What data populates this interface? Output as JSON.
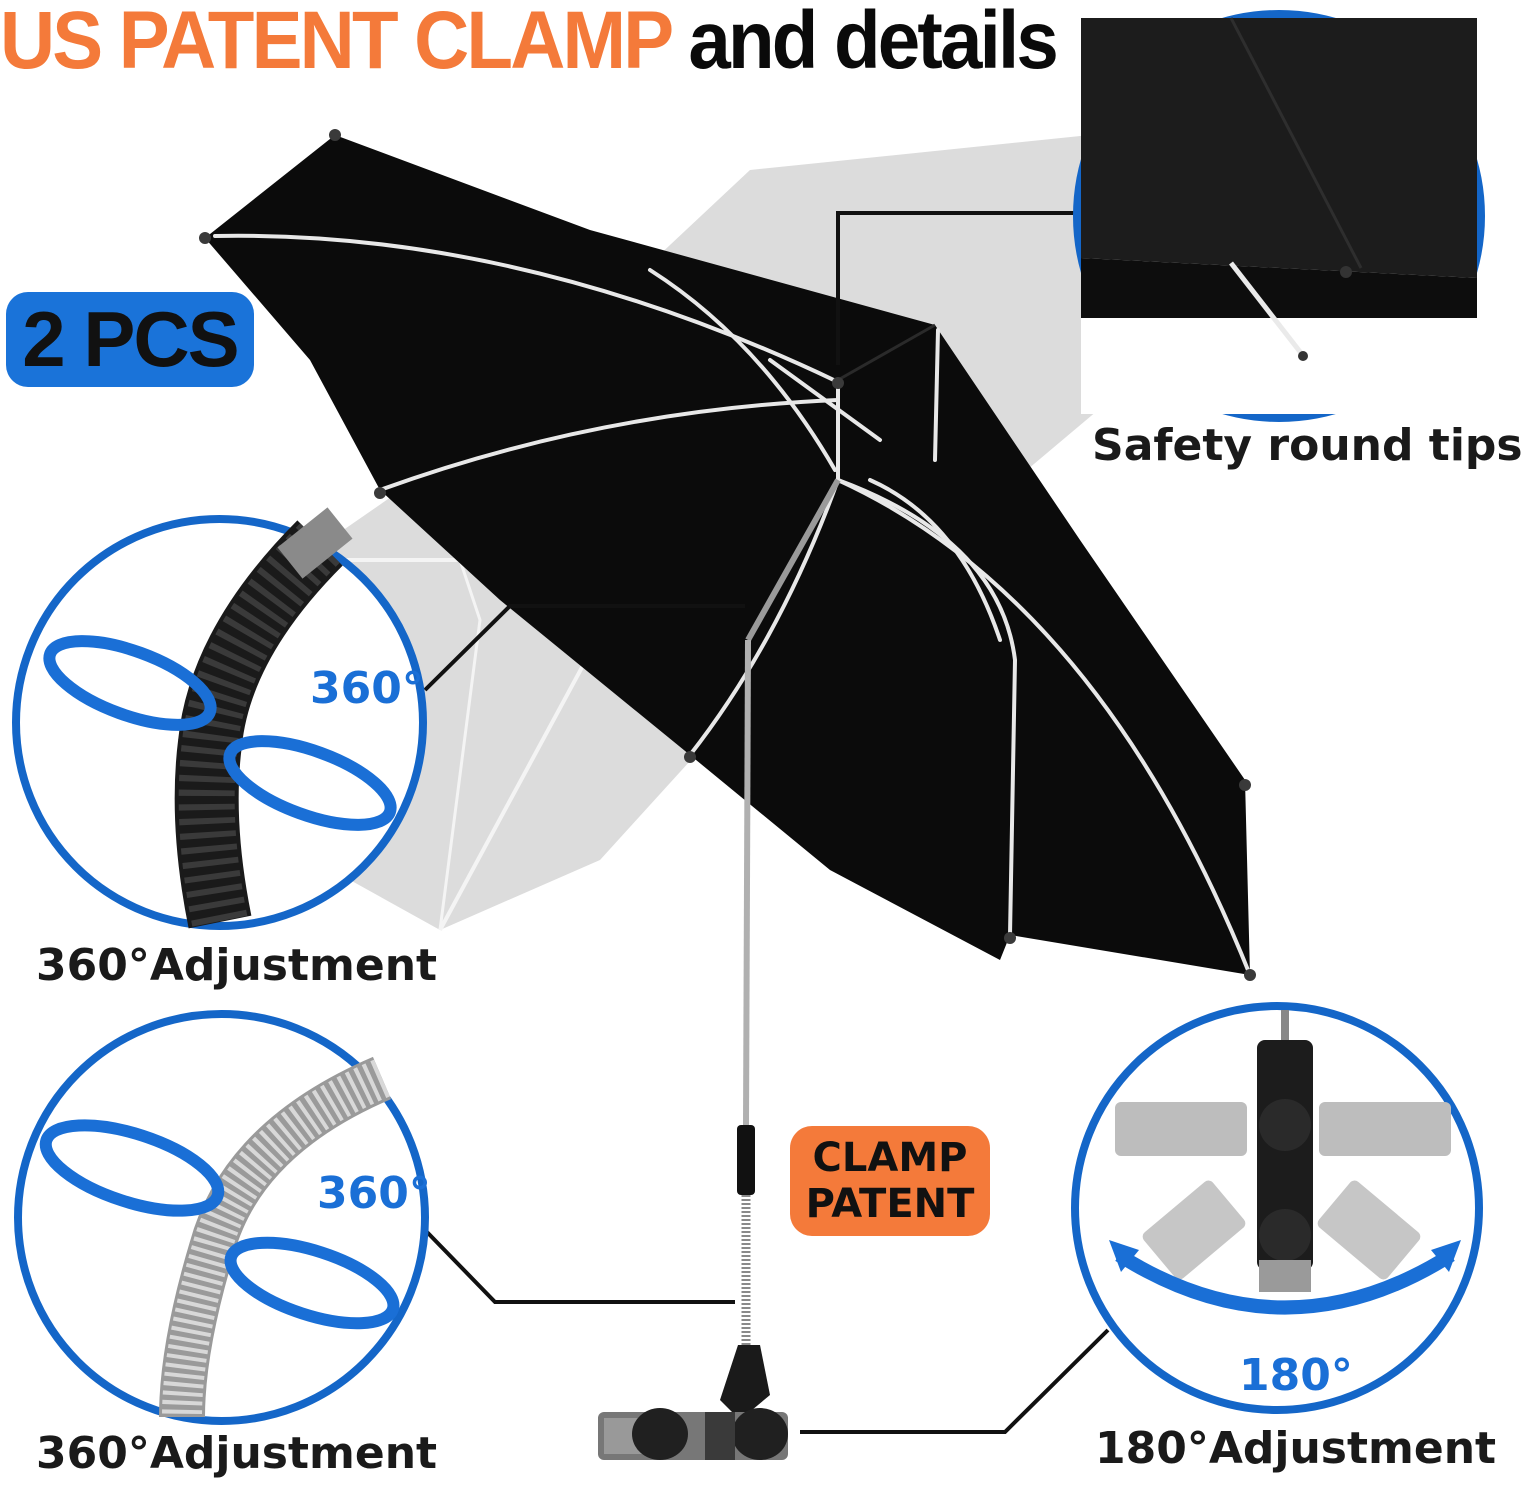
{
  "header": {
    "title_accent": "US PATENT CLAMP",
    "title_rest": "and details"
  },
  "badges": {
    "quantity": "2 PCS",
    "clamp_line1": "CLAMP",
    "clamp_line2": "PATENT"
  },
  "callouts": {
    "tips_label": "Safety round tips",
    "joint_label": "360°Adjustment",
    "joint_degrees": "360°",
    "spring_label": "360°Adjustment",
    "spring_degrees": "360°",
    "clamp_label": "180°Adjustment",
    "clamp_degrees": "180°"
  },
  "colors": {
    "accent_orange": "#f47a3a",
    "accent_blue": "#1466c8",
    "canopy": "#0b0b0b",
    "ghost_canopy": "#d9d9d9"
  }
}
